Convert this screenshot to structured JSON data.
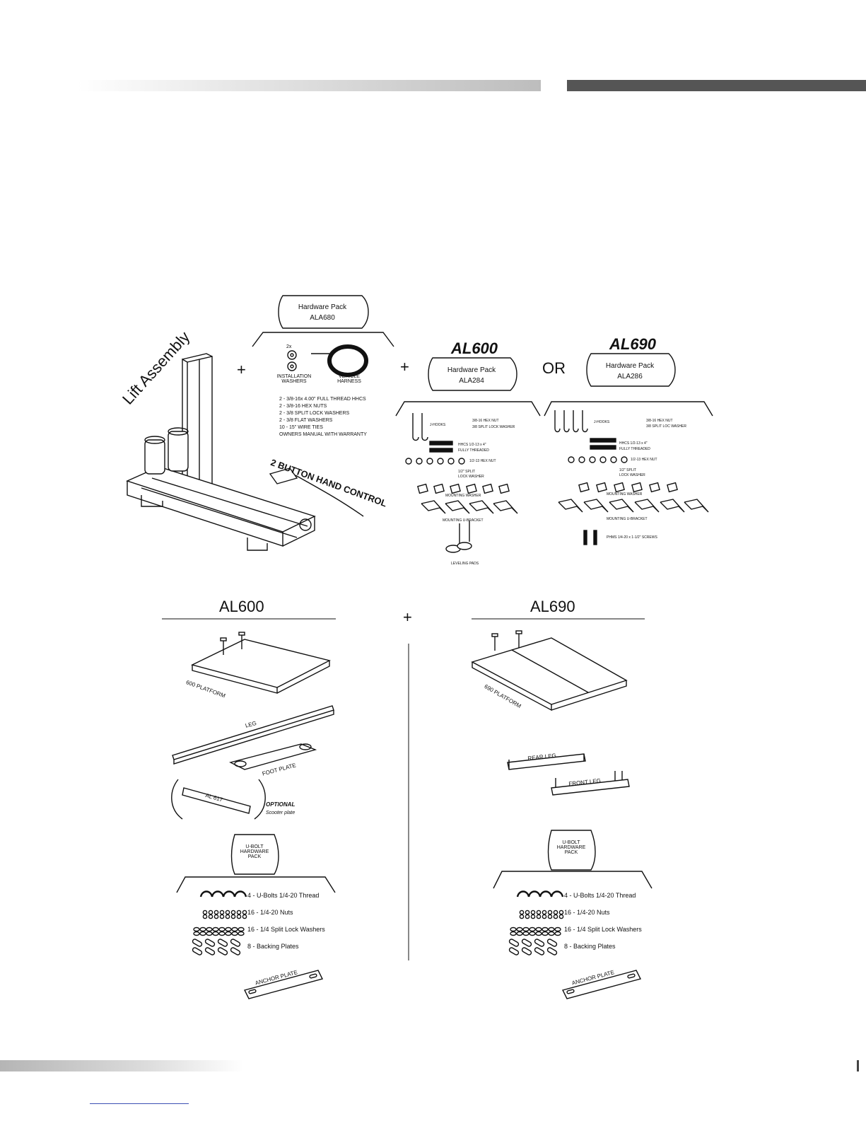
{
  "lift": {
    "title": "Lift Assembly",
    "hand_control": "2 BUTTON HAND CONTROL"
  },
  "pack_ala680": {
    "name": "Hardware Pack",
    "code": "ALA680",
    "qty": "2x",
    "installation_washers": "INSTALLATION WASHERS",
    "vehicle_harness": "VEHICLE HARNESS",
    "items": [
      "2 - 3/8-16x 4.00\" FULL THREAD HHCS",
      "2 - 3/8-16 HEX NUTS",
      "2 - 3/8 SPLIT LOCK WASHERS",
      "2 - 3/8 FLAT WASHERS",
      "10 - 15\" WIRE TIES",
      "OWNERS MANUAL WITH WARRANTY"
    ]
  },
  "al600_pack": {
    "model": "AL600",
    "name": "Hardware Pack",
    "code": "ALA284",
    "j_hooks": "J-HOOKS",
    "hex_nut": "3/8-16 HEX NUT",
    "split_lock": "3/8 SPLIT LOCK WASHER",
    "hhcs": "HHCS 1/2-13 x 4\"",
    "fully_threaded": "FULLY THREADED",
    "hex_nut_half": "1/2-13 HEX NUT",
    "split_half_1": "1/2\" SPLIT",
    "split_half_2": "LOCK WASHER",
    "mounting_washer": "MOUNTING WASHER",
    "mounting_bracket": "MOUNTING U-BRACKET",
    "leveling_pads": "LEVELING PADS"
  },
  "al690_pack": {
    "model": "AL690",
    "name": "Hardware Pack",
    "code": "ALA286",
    "j_hooks": "J-HOOKS",
    "hex_nut": "3/8-16 HEX NUT",
    "split_lock": "3/8 SPLIT LOC WASHER",
    "hhcs": "HHCS 1/2-13 x 4\"",
    "fully_threaded": "FULLY THREADED",
    "hex_nut_half": "1/2-13 HEX NUT",
    "split_half_1": "1/2\" SPLIT",
    "split_half_2": "LOCK WASHER",
    "mounting_washer": "MOUNTING WASHER",
    "mounting_bracket": "MOUNTING U-BRACKET",
    "screws": "PHMS 1/4-20 x 1-1/2\" SCREWS"
  },
  "symbols": {
    "plus": "+",
    "or": "OR"
  },
  "bottom_left": {
    "title": "AL600",
    "platform": "600 PLATFORM",
    "leg": "LEG",
    "foot_plate": "FOOT PLATE",
    "scooter_code": "AL 617",
    "optional": "OPTIONAL",
    "scooter_plate": "Scooter plate",
    "bag": "U-BOLT HARDWARE PACK",
    "items": [
      "4 - U-Bolts 1/4-20 Thread",
      "16 - 1/4-20 Nuts",
      "16 - 1/4 Split Lock Washers",
      "8 - Backing Plates"
    ],
    "anchor": "ANCHOR PLATE"
  },
  "bottom_right": {
    "title": "AL690",
    "platform": "690 PLATFORM",
    "rear_leg": "REAR LEG",
    "front_leg": "FRONT LEG",
    "bag": "U-BOLT HARDWARE PACK",
    "items": [
      "4 - U-Bolts 1/4-20 Thread",
      "16 - 1/4-20 Nuts",
      "16 - 1/4 Split Lock Washers",
      "8 - Backing Plates"
    ],
    "anchor": "ANCHOR PLATE"
  }
}
